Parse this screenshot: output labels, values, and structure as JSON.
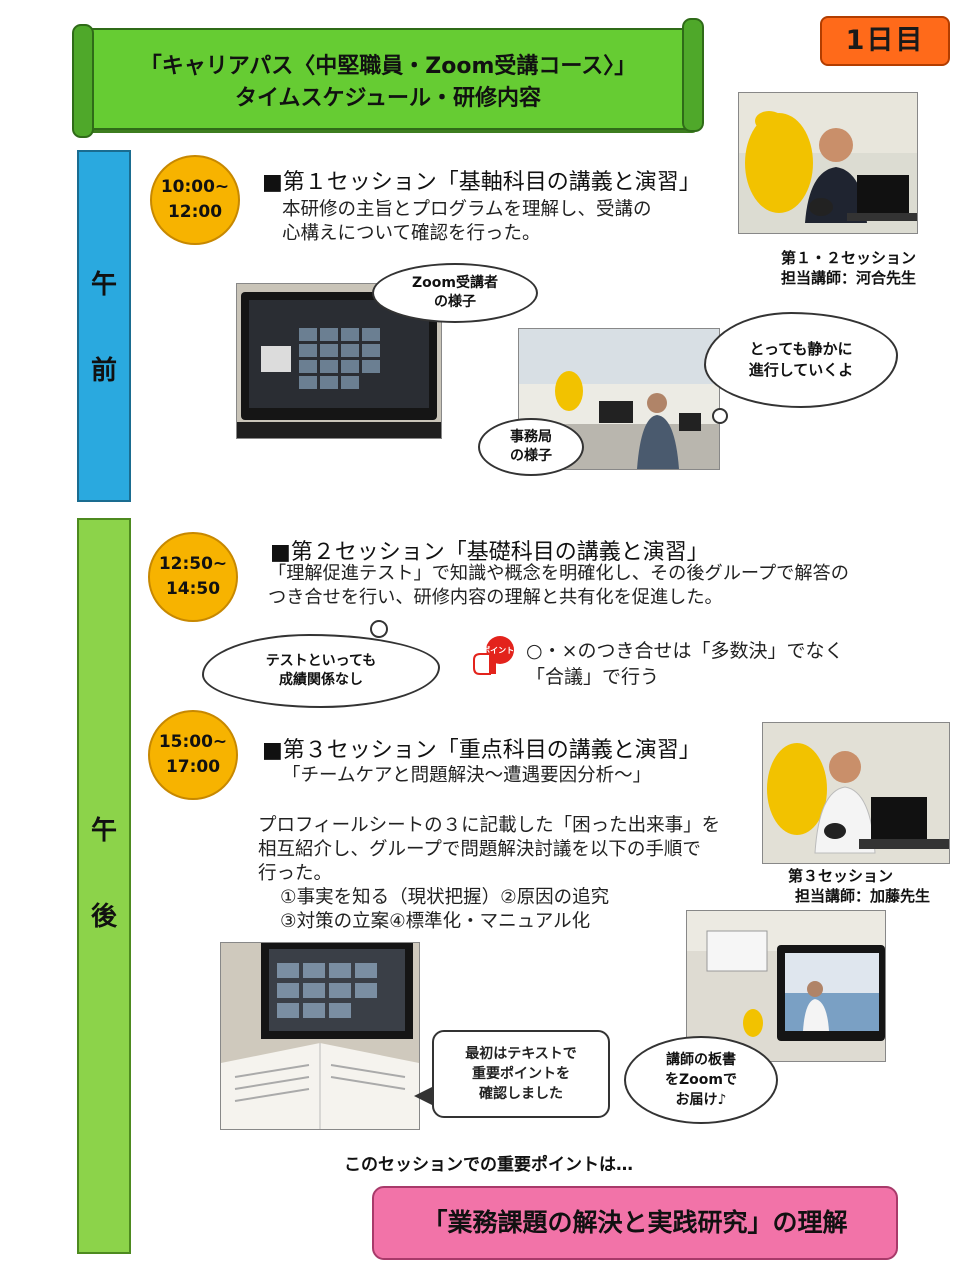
{
  "banner": {
    "line1": "「キャリアパス〈中堅職員・Zoom受講コース〉」",
    "line2": "タイムスケジュール・研修内容"
  },
  "day_badge": "1日目",
  "sidebar": {
    "am": [
      "午",
      "前"
    ],
    "pm": [
      "午",
      "後"
    ]
  },
  "session1": {
    "time": [
      "10:00~",
      "12:00"
    ],
    "heading": "■第１セッション「基軸科目の講義と演習」",
    "body": [
      "本研修の主旨とプログラムを理解し、受講の",
      "心構えについて確認を行った。"
    ],
    "caption": [
      "第１・２セッション",
      "担当講師：河合先生"
    ],
    "bubble_zoom": [
      "Zoom受講者",
      "の様子"
    ],
    "bubble_office": [
      "事務局",
      "の様子"
    ],
    "cloud_quiet": [
      "とっても静かに",
      "進行していくよ"
    ]
  },
  "session2": {
    "time": [
      "12:50~",
      "14:50"
    ],
    "heading": "■第２セッション「基礎科目の講義と演習」",
    "body": [
      "「理解促進テスト」で知識や概念を明確化し、その後グループで解答の",
      "つき合せを行い、研修内容の理解と共有化を促進した。"
    ],
    "cloud_test": [
      "テストといっても",
      "成績関係なし"
    ],
    "point_badge": "ポイント!",
    "point": [
      "○・×のつき合せは「多数決」でなく",
      "「合議」で行う"
    ]
  },
  "session3": {
    "time": [
      "15:00~",
      "17:00"
    ],
    "heading": "■第３セッション「重点科目の講義と演習」",
    "subtitle": "「チームケアと問題解決～遭遇要因分析～」",
    "body": [
      "プロフィールシートの３に記載した「困った出来事」を",
      "相互紹介し、グループで問題解決討議を以下の手順で",
      "行った。",
      "①事実を知る（現状把握）②原因の追究",
      "③対策の立案④標準化・マニュアル化"
    ],
    "caption": [
      "第３セッション",
      "担当講師：加藤先生"
    ],
    "callout_text": [
      "最初はテキストで",
      "重要ポイントを",
      "確認しました"
    ],
    "bubble_board": [
      "講師の板書",
      "をZoomで",
      "お届け♪"
    ]
  },
  "key_point_lead": "このセッションでの重要ポイントは…",
  "key_point": "「業務課題の解決と実践研究」の理解",
  "colors": {
    "am_bar": "#2aa9df",
    "pm_bar": "#8cd34a",
    "banner": "#66cc33",
    "time_circle": "#f7b300",
    "final_box": "#f273a8",
    "day_badge": "#ff6a1a"
  }
}
